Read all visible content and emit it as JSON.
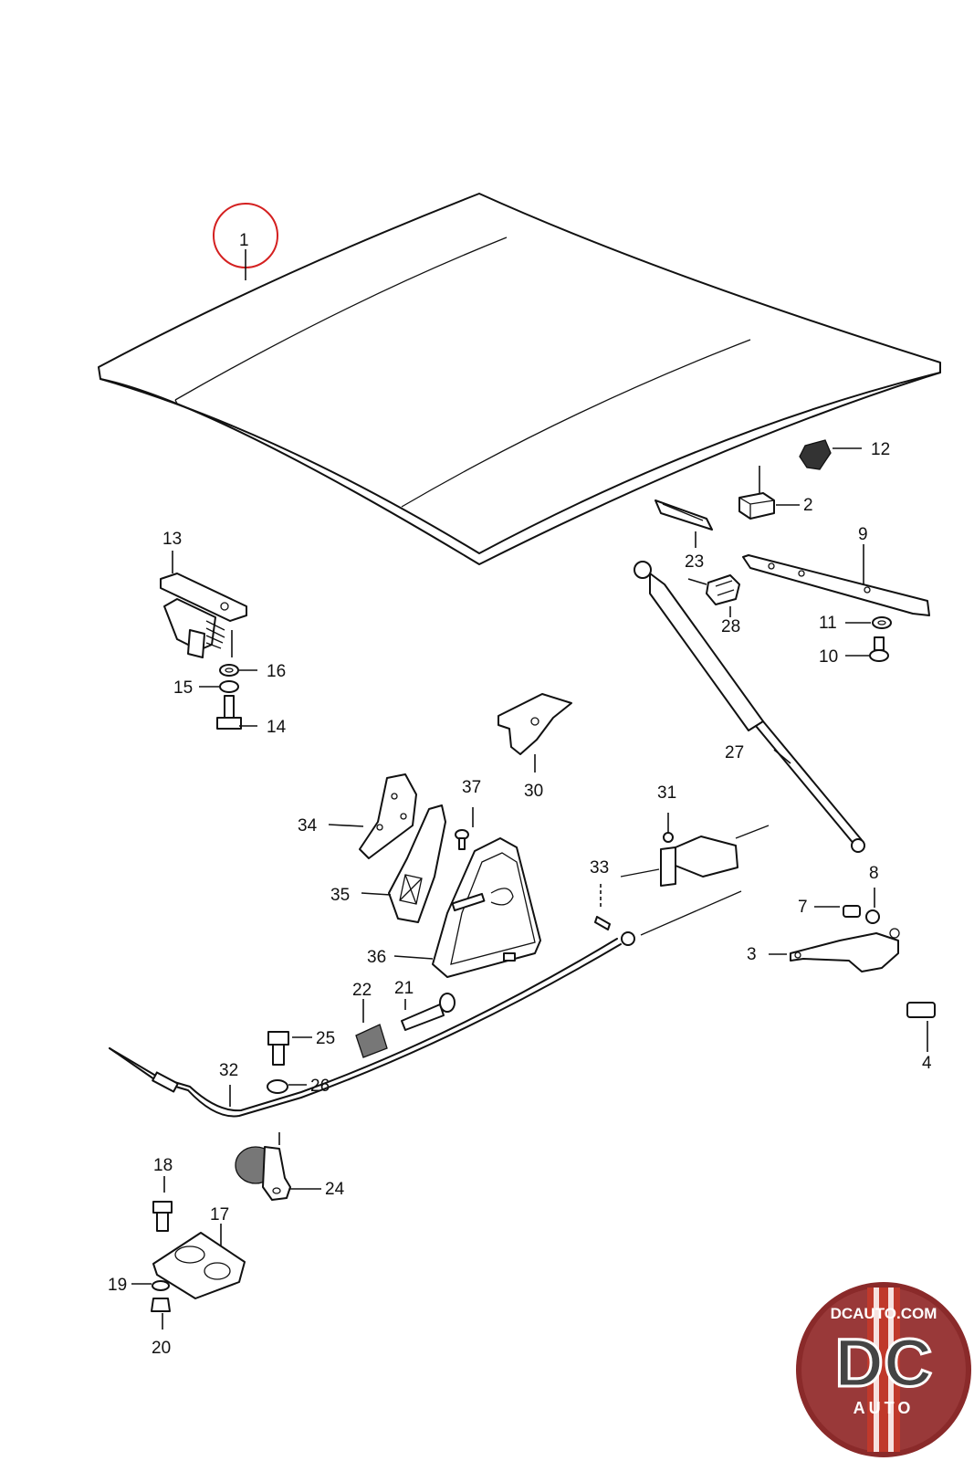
{
  "diagram": {
    "highlighted_part": "1",
    "highlight_color": "#d42020",
    "callouts": [
      {
        "id": "c1",
        "text": "1"
      },
      {
        "id": "c2",
        "text": "2"
      },
      {
        "id": "c3",
        "text": "3"
      },
      {
        "id": "c4",
        "text": "4"
      },
      {
        "id": "c7",
        "text": "7"
      },
      {
        "id": "c8",
        "text": "8"
      },
      {
        "id": "c9",
        "text": "9"
      },
      {
        "id": "c10",
        "text": "10"
      },
      {
        "id": "c11",
        "text": "11"
      },
      {
        "id": "c12",
        "text": "12"
      },
      {
        "id": "c13",
        "text": "13"
      },
      {
        "id": "c14",
        "text": "14"
      },
      {
        "id": "c15",
        "text": "15"
      },
      {
        "id": "c16",
        "text": "16"
      },
      {
        "id": "c17",
        "text": "17"
      },
      {
        "id": "c18",
        "text": "18"
      },
      {
        "id": "c19",
        "text": "19"
      },
      {
        "id": "c20",
        "text": "20"
      },
      {
        "id": "c21",
        "text": "21"
      },
      {
        "id": "c22",
        "text": "22"
      },
      {
        "id": "c23",
        "text": "23"
      },
      {
        "id": "c24",
        "text": "24"
      },
      {
        "id": "c25",
        "text": "25"
      },
      {
        "id": "c26",
        "text": "26"
      },
      {
        "id": "c27",
        "text": "27"
      },
      {
        "id": "c28",
        "text": "28"
      },
      {
        "id": "c30",
        "text": "30"
      },
      {
        "id": "c31",
        "text": "31"
      },
      {
        "id": "c32",
        "text": "32"
      },
      {
        "id": "c33",
        "text": "33"
      },
      {
        "id": "c34",
        "text": "34"
      },
      {
        "id": "c35",
        "text": "35"
      },
      {
        "id": "c36",
        "text": "36"
      },
      {
        "id": "c37",
        "text": "37"
      }
    ]
  },
  "watermark": {
    "site": "DCAUTO.COM",
    "letters": "DC",
    "sub": "AUTO",
    "bg_color": "#8a2a2a",
    "stripe_color": "#c0392b"
  }
}
